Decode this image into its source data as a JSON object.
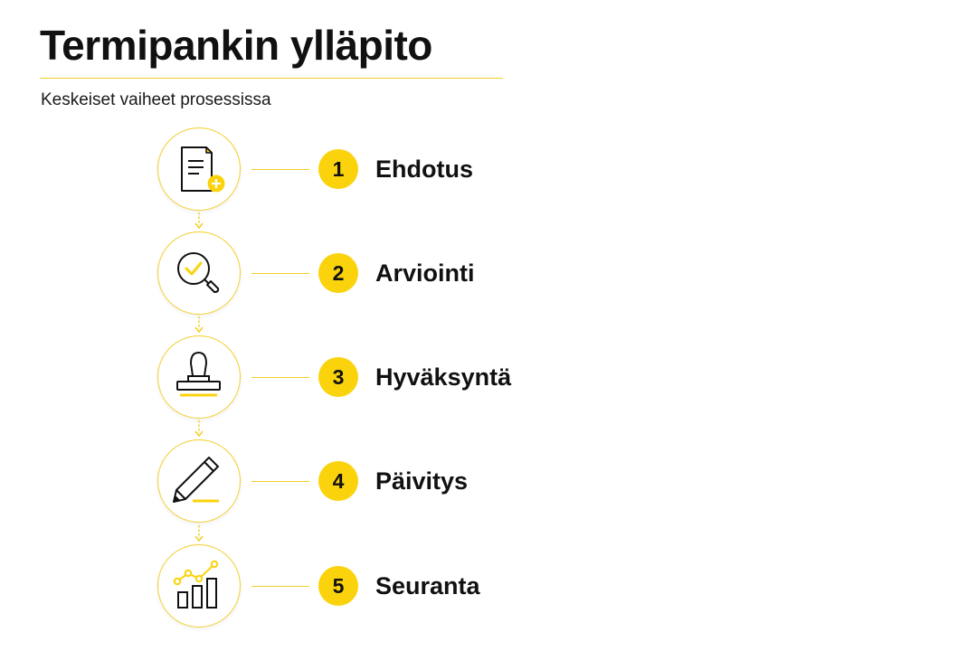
{
  "title": "Termipankin ylläpito",
  "subtitle": "Keskeiset vaiheet prosessissa",
  "colors": {
    "accent": "#fbd30c",
    "accent_line": "#f2cf2a",
    "text": "#111111"
  },
  "steps": [
    {
      "number": "1",
      "label": "Ehdotus",
      "icon": "document-add-icon"
    },
    {
      "number": "2",
      "label": "Arviointi",
      "icon": "magnifier-check-icon"
    },
    {
      "number": "3",
      "label": "Hyväksyntä",
      "icon": "stamp-icon"
    },
    {
      "number": "4",
      "label": "Päivitys",
      "icon": "pencil-icon"
    },
    {
      "number": "5",
      "label": "Seuranta",
      "icon": "trend-chart-icon"
    }
  ]
}
